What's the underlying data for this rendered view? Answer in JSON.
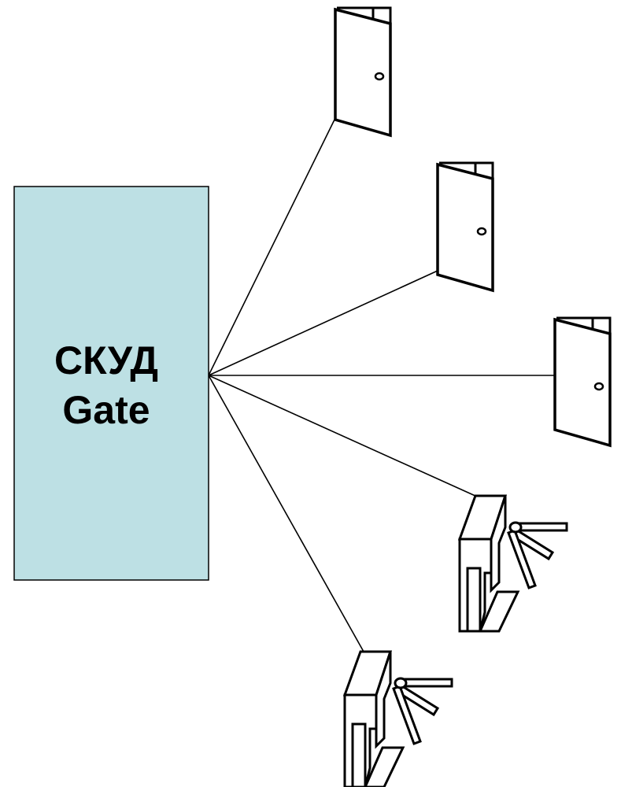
{
  "controller": {
    "line1": "СКУД",
    "line2": "Gate",
    "fill_color": "#bde0e4"
  },
  "devices": [
    {
      "type": "door",
      "icon": "door-icon"
    },
    {
      "type": "door",
      "icon": "door-icon"
    },
    {
      "type": "door",
      "icon": "door-icon"
    },
    {
      "type": "turnstile",
      "icon": "turnstile-icon"
    },
    {
      "type": "turnstile",
      "icon": "turnstile-icon"
    }
  ]
}
